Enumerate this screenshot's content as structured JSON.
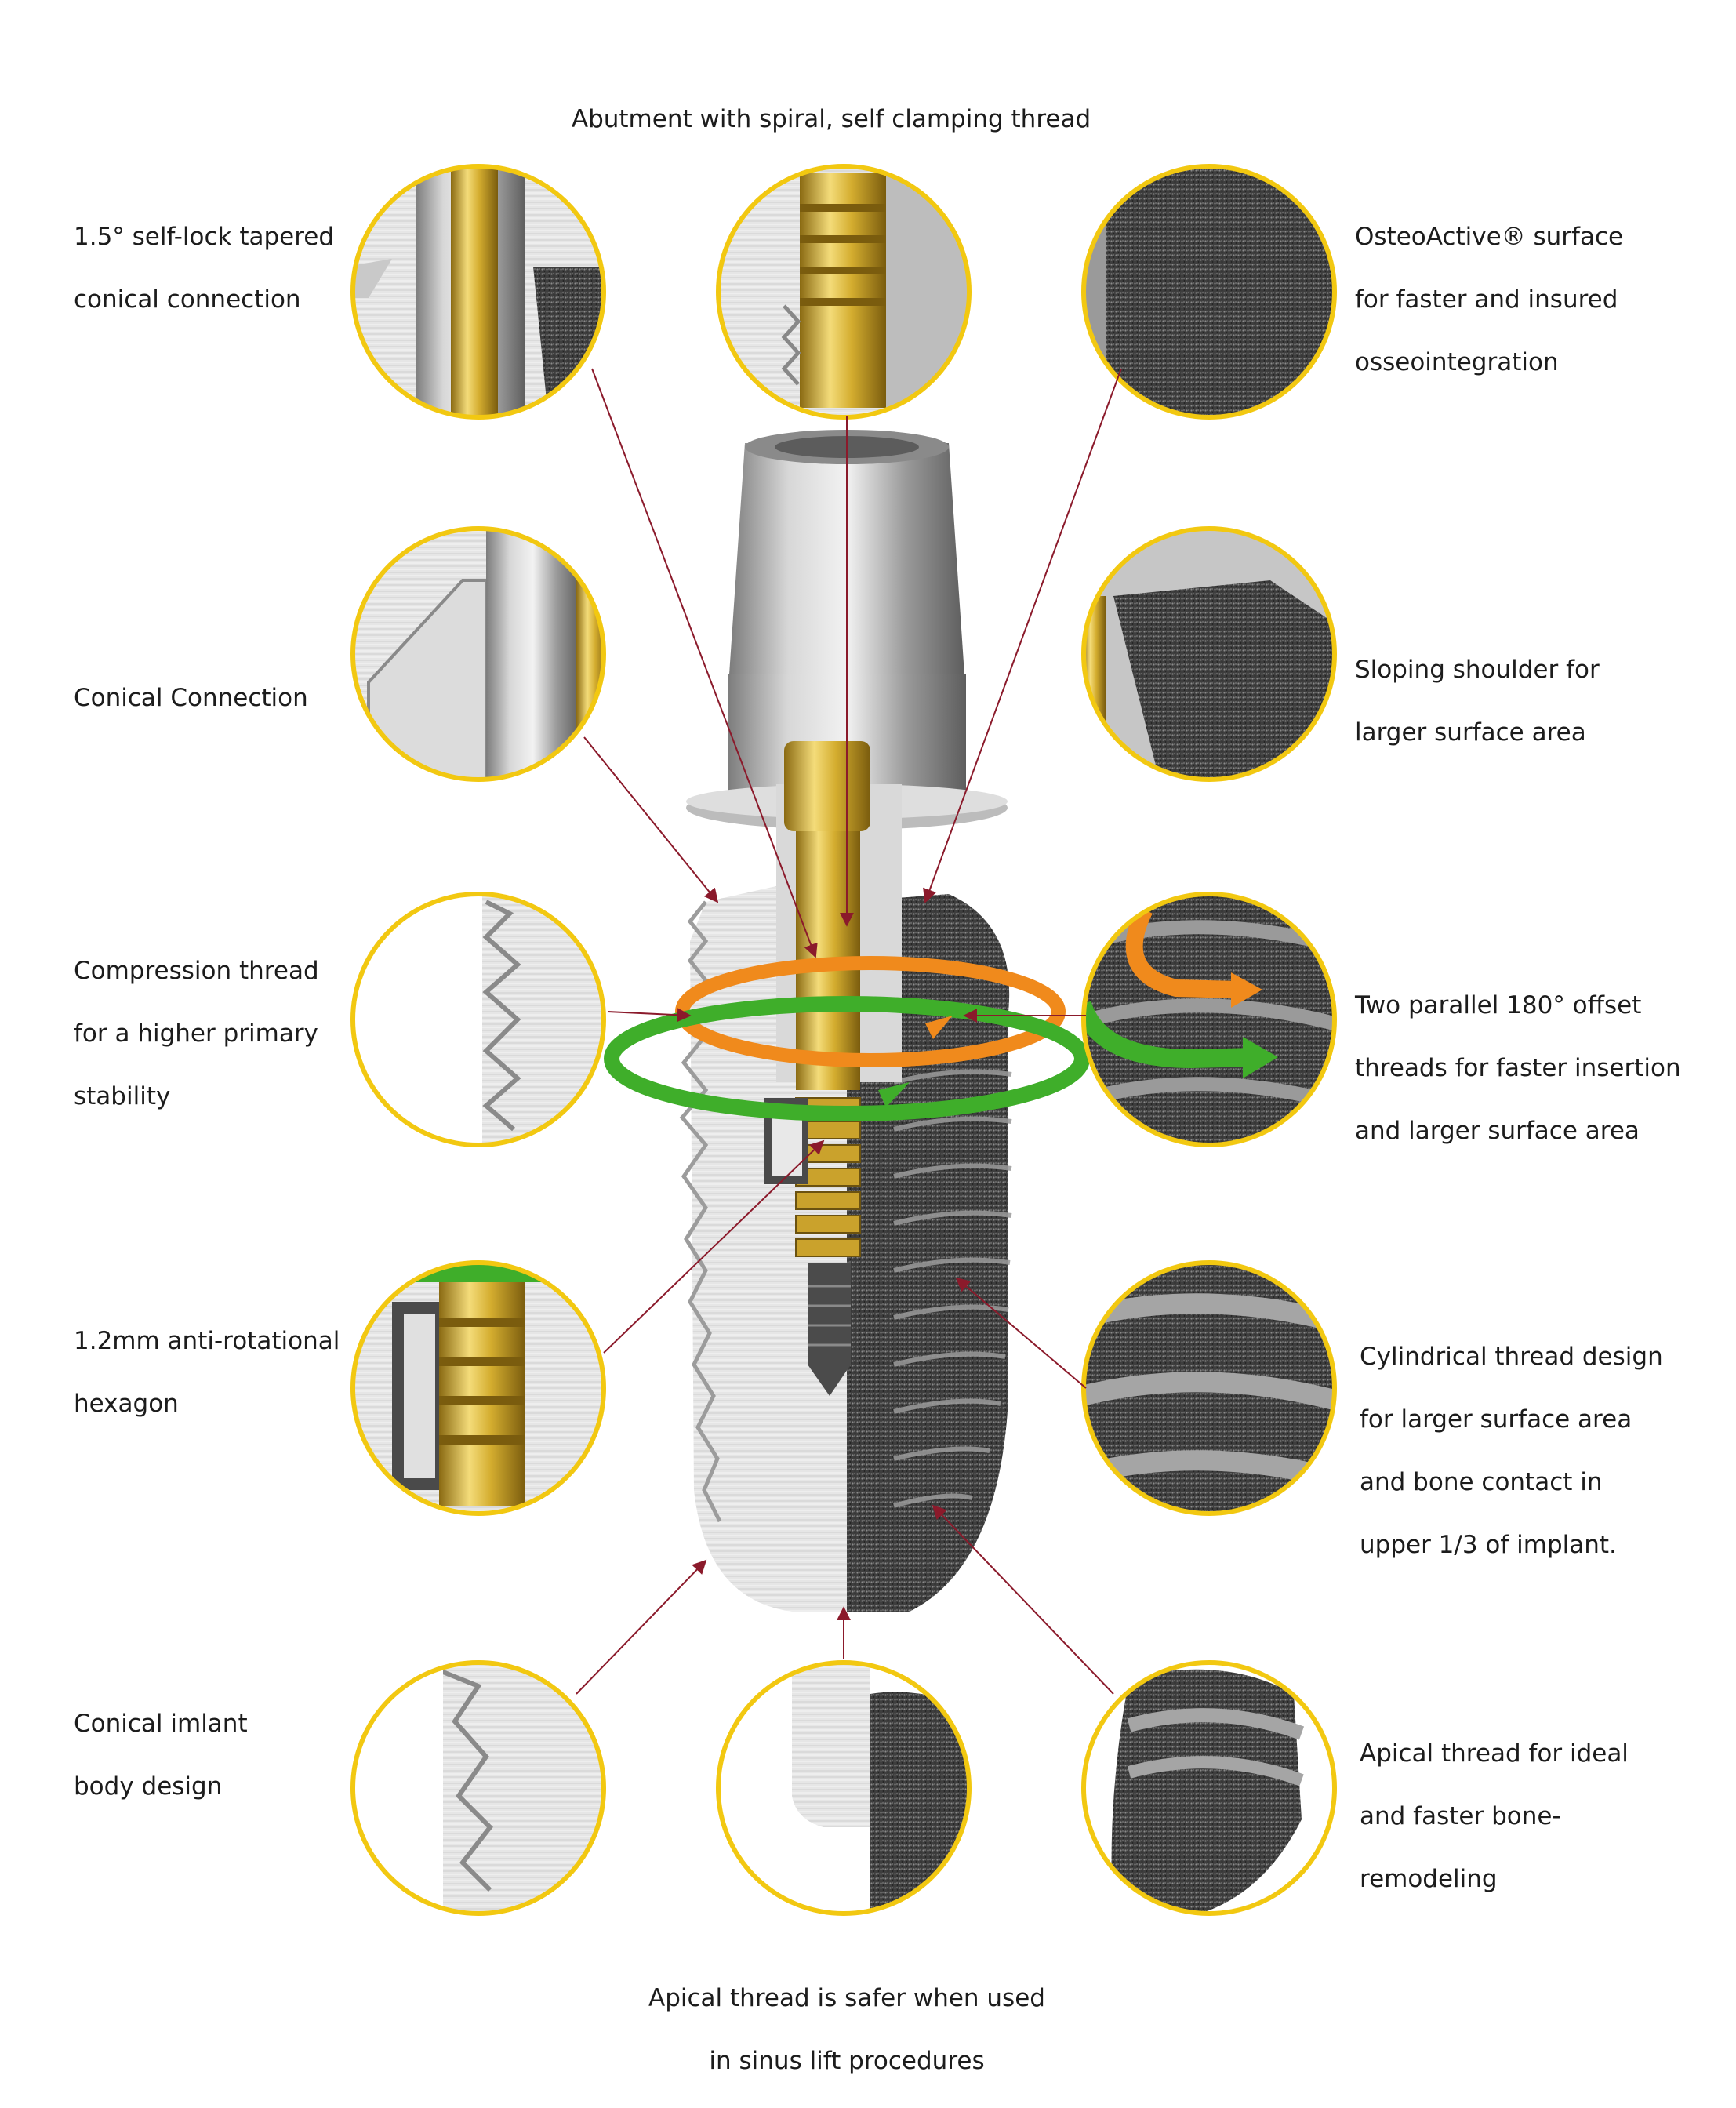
{
  "title": [
    "Abutment with spiral, self clamping thread"
  ],
  "labels": {
    "tapered": [
      "1.5° self-lock tapered",
      "conical connection"
    ],
    "conical": [
      "Conical Connection"
    ],
    "compression": [
      "Compression thread",
      "for a higher primary",
      "stability"
    ],
    "hexagon": [
      "1.2mm anti-rotational",
      "hexagon"
    ],
    "body": [
      "Conical imlant",
      "body design"
    ],
    "osteo": [
      "OsteoActive® surface",
      "for faster and insured",
      "osseointegration"
    ],
    "shoulder": [
      "Sloping shoulder for",
      "larger surface area"
    ],
    "parallel": [
      "Two parallel 180° offset",
      "threads for faster insertion",
      "and larger surface area"
    ],
    "cylindrical": [
      "Cylindrical thread design",
      "for larger surface area",
      "and bone contact in",
      "upper 1/3 of implant."
    ],
    "apical": [
      "Apical thread for ideal",
      "and faster bone-",
      "remodeling"
    ],
    "sinus": [
      "Apical thread is safer when used",
      "in sinus lift procedures"
    ]
  },
  "colors": {
    "ring": "#f2c811",
    "leader": "#8b1a2b",
    "gold": "#d9b43a",
    "steel": "#a9a9a9",
    "textured": "#4a4a4a",
    "orange_arrow": "#f08a1c",
    "green_arrow": "#3fae2a"
  }
}
